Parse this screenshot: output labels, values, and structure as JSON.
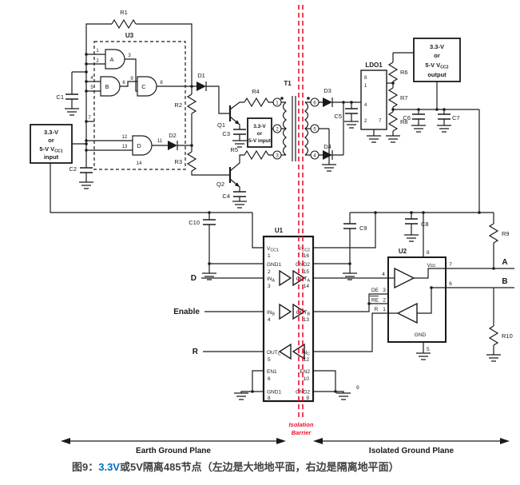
{
  "colors": {
    "wire": "#1a1a1a",
    "barrier_red": "#e8112d",
    "caption_blue": "#0070c0",
    "caption_text": "#404040",
    "background": "#ffffff"
  },
  "caption": {
    "figure": "图9：",
    "voltage": "3.3V",
    "text": "或5V隔离485节点（左边是大地地平面，右边是隔离地平面）"
  },
  "planes": {
    "left": "Earth Ground Plane",
    "right": "Isolated Ground Plane"
  },
  "isolation": {
    "w1": "Isolation",
    "w2": "Barrier"
  },
  "boxes": {
    "vcc1": {
      "l1": "3.3-V",
      "l2": "or",
      "l3a": "5-V V",
      "l3b": "CC1",
      "l4": "input"
    },
    "mid": {
      "l1": "3.3-V",
      "l2": "or",
      "l3": "5-V input"
    },
    "vcc2": {
      "l1": "3.3-V",
      "l2": "or",
      "l3a": "5-V V",
      "l3b": "CC2",
      "l4": "output"
    }
  },
  "refdes": {
    "r1": "R1",
    "r2": "R2",
    "r3": "R3",
    "r4": "R4",
    "r5": "R5",
    "r6": "R6",
    "r7": "R7",
    "r8": "R8",
    "r9": "R9",
    "r10": "R10",
    "c1": "C1",
    "c2": "C2",
    "c3": "C3",
    "c4": "C4",
    "c5": "C5",
    "c6": "C6",
    "c7": "C7",
    "c8": "C8",
    "c9": "C9",
    "c10": "C10",
    "d1": "D1",
    "d2": "D2",
    "d3": "D3",
    "d4": "D4",
    "q1": "Q1",
    "q2": "Q2",
    "t1": "T1",
    "u1": "U1",
    "u2": "U2",
    "u3": "U3",
    "ldo": "LDO1"
  },
  "u3": {
    "gates": {
      "a": "A",
      "b": "B",
      "c": "C",
      "d": "D"
    },
    "pins": {
      "p1": "1",
      "p2": "2",
      "p3": "3",
      "p4": "4",
      "p5": "5",
      "p6": "6",
      "p7": "7",
      "p8": "8",
      "p9": "9",
      "p11": "11",
      "p12": "12",
      "p13": "13",
      "p14": "14"
    }
  },
  "t1_pins": {
    "lt": "1",
    "lm": "2",
    "lb": "3",
    "rt": "6",
    "rm": "5",
    "rb": "4"
  },
  "ldo_pins": {
    "p8": "8",
    "p1": "1",
    "p4": "4",
    "p2": "2",
    "p7": "7"
  },
  "u1": {
    "left": [
      {
        "n": "V",
        "s": "CC1",
        "p": "1"
      },
      {
        "n": "GND1",
        "s": "",
        "p": "2"
      },
      {
        "n": "IN",
        "s": "A",
        "p": "3"
      },
      {
        "n": "IN",
        "s": "B",
        "p": "4"
      },
      {
        "n": "OUT",
        "s": "C",
        "p": "5"
      },
      {
        "n": "EN1",
        "s": "",
        "p": "6"
      },
      {
        "n": "GND1",
        "s": "",
        "p": "8"
      }
    ],
    "right": [
      {
        "n": "V",
        "s": "CC2",
        "p": "16"
      },
      {
        "n": "GND2",
        "s": "",
        "p": "15"
      },
      {
        "n": "OUT",
        "s": "A",
        "p": "14"
      },
      {
        "n": "OUT",
        "s": "B",
        "p": "13"
      },
      {
        "n": "IN",
        "s": "C",
        "p": "12"
      },
      {
        "n": "EN2",
        "s": "",
        "p": "10"
      },
      {
        "n": "GND2",
        "s": "",
        "p": "9"
      }
    ],
    "net9": "9"
  },
  "u2": {
    "vcc": "Vcc",
    "gnd": "GND",
    "de": "DE",
    "re": "RE",
    "r": "R",
    "p4": "4",
    "p3": "3",
    "p2": "2",
    "p1": "1",
    "p8": "8",
    "p7": "7",
    "p6": "6",
    "p5": "5"
  },
  "signals": {
    "d": "D",
    "enable": "Enable",
    "r": "R",
    "a": "A",
    "b": "B"
  }
}
